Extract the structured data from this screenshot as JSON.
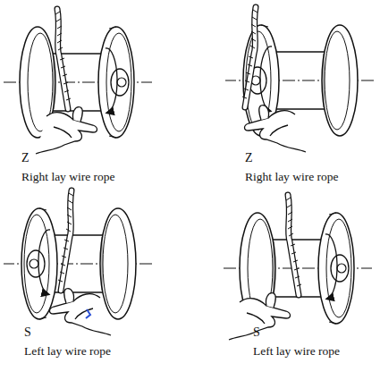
{
  "diagram": {
    "labels": [
      "Z",
      "Right lay wire rope",
      "Z",
      "Right lay wire rope",
      "S",
      "Left lay wire rope",
      "S",
      "Left lay wire rope"
    ]
  }
}
